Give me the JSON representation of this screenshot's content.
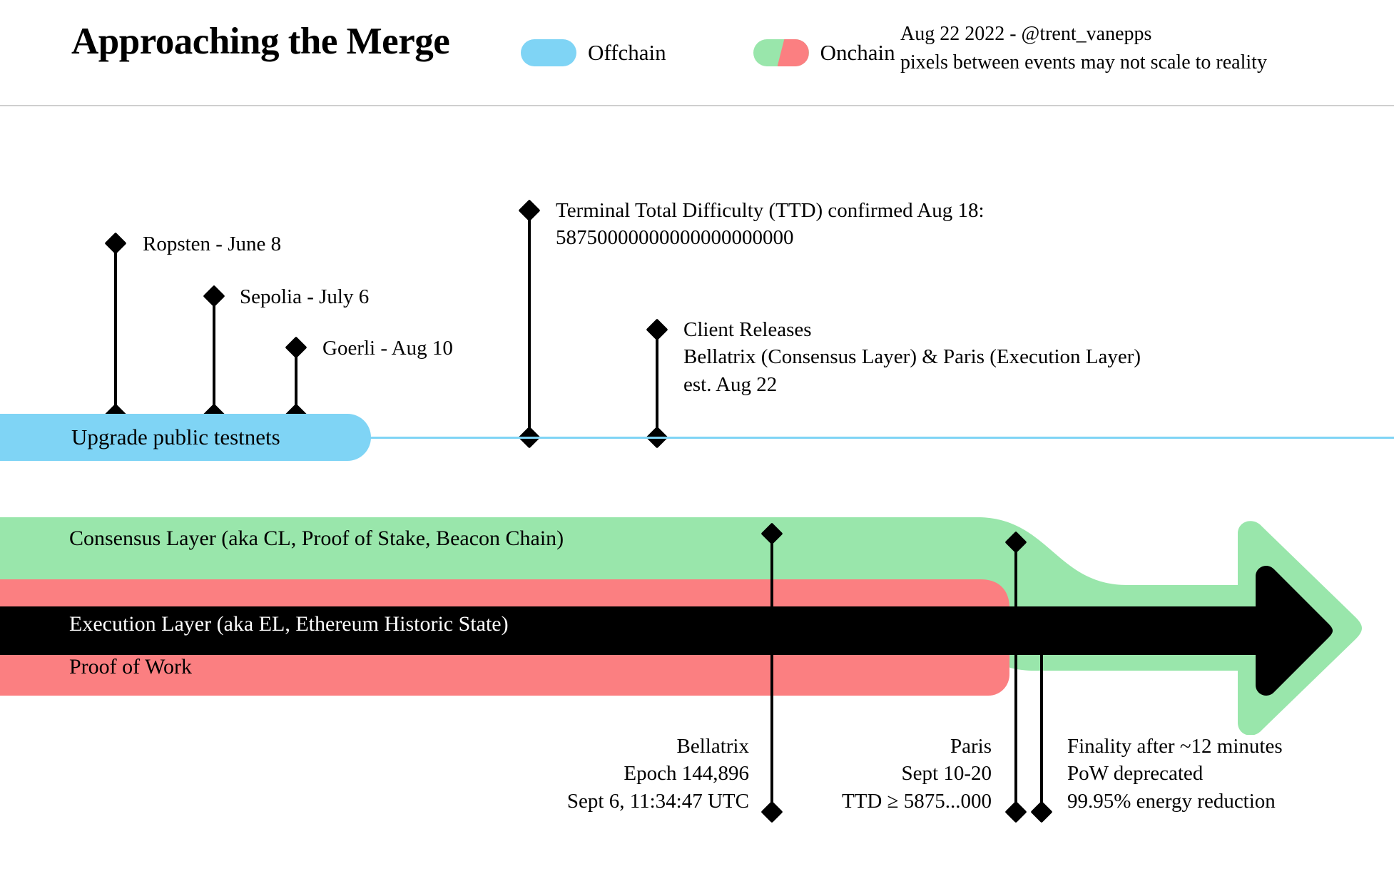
{
  "header": {
    "title": "Approaching the Merge",
    "legend": [
      {
        "name": "offchain",
        "label": "Offchain",
        "color": "#7FD4F5"
      },
      {
        "name": "onchain",
        "label": "Onchain",
        "color_left": "#99E6AB",
        "color_right": "#FB7F81"
      }
    ],
    "credit_line1": "Aug 22 2022 - @trent_vanepps",
    "credit_line2": "pixels between events may not scale to reality"
  },
  "offchain": {
    "bar_label": "Upgrade public testnets",
    "events": [
      {
        "label": "Ropsten - June 8"
      },
      {
        "label": "Sepolia - July 6"
      },
      {
        "label": "Goerli - Aug 10"
      }
    ],
    "annotations": [
      {
        "name": "ttd-confirmed",
        "line1": "Terminal Total Difficulty (TTD) confirmed Aug 18:",
        "line2": "58750000000000000000000"
      },
      {
        "name": "client-releases",
        "line1": "Client Releases",
        "line2": "Bellatrix (Consensus Layer) & Paris (Execution Layer)",
        "line3": "est. Aug 22"
      }
    ]
  },
  "layers": {
    "consensus": {
      "label": "Consensus Layer (aka CL, Proof of Stake, Beacon Chain)",
      "color": "#99E6AB"
    },
    "execution": {
      "label": "Execution Layer (aka EL, Ethereum Historic State)",
      "color": "#000000"
    },
    "proof_of_work": {
      "label": "Proof of Work",
      "color": "#FB7F81"
    }
  },
  "milestones": [
    {
      "name": "bellatrix",
      "line1": "Bellatrix",
      "line2": "Epoch 144,896",
      "line3": "Sept 6, 11:34:47 UTC"
    },
    {
      "name": "paris",
      "line1": "Paris",
      "line2": "Sept 10-20",
      "line3": "TTD ≥ 5875...000"
    },
    {
      "name": "post-merge",
      "line1": "Finality after ~12 minutes",
      "line2": "PoW deprecated",
      "line3": "99.95% energy reduction"
    }
  ],
  "colors": {
    "offchain_blue": "#7FD4F5",
    "consensus_green": "#99E6AB",
    "proof_of_work_red": "#FB7F81",
    "execution_black": "#000000",
    "rule_gray": "#CFCFCF"
  }
}
